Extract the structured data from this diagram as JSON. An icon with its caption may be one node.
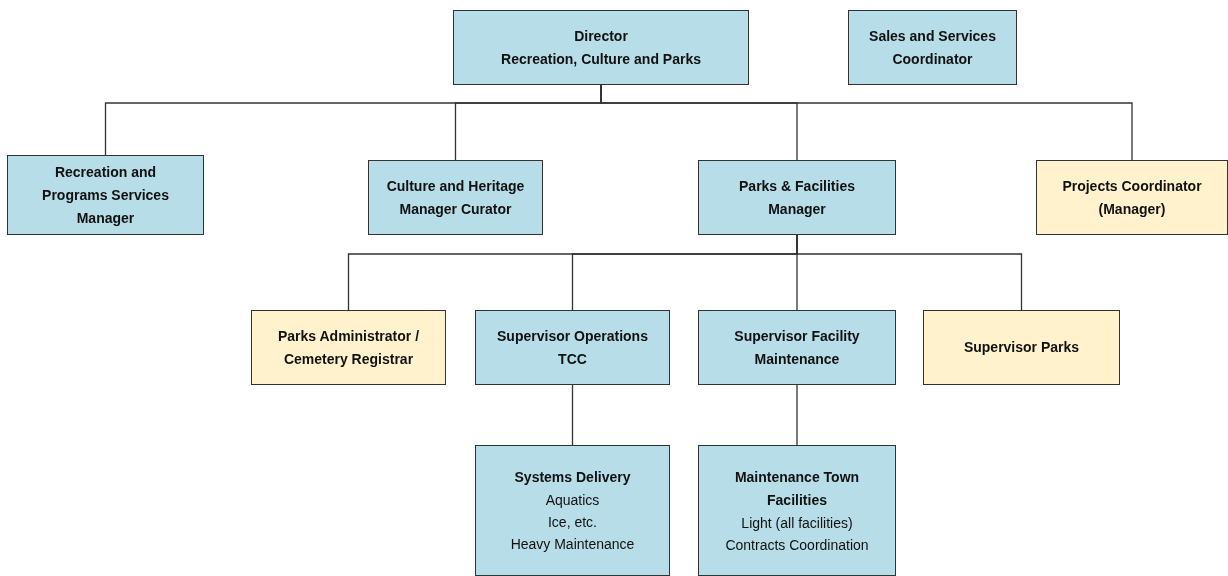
{
  "diagram": {
    "nodes": [
      {
        "text": [
          "Director",
          "Recreation, Culture and Parks"
        ]
      },
      {
        "text": [
          "Sales and Services Coordinator"
        ]
      },
      {
        "text": [
          "Recreation and Programs Services Manager"
        ]
      },
      {
        "text": [
          "Culture and Heritage Manager Curator"
        ]
      },
      {
        "text": [
          "Parks & Facilities Manager"
        ]
      },
      {
        "text": [
          "Projects Coordinator (Manager)"
        ]
      },
      {
        "text": [
          "Parks Administrator / Cemetery Registrar"
        ]
      },
      {
        "text": [
          "Supervisor Operations TCC"
        ]
      },
      {
        "text": [
          "Supervisor Facility Maintenance"
        ]
      },
      {
        "text": [
          "Supervisor Parks"
        ]
      },
      {
        "text": [
          "Systems Delivery",
          "Aquatics",
          "Ice, etc.",
          "Heavy Maintenance"
        ]
      },
      {
        "text": [
          "Maintenance Town Facilities",
          "Light (all facilities)",
          "Contracts Coordination"
        ]
      }
    ],
    "edges": [
      {
        "from": 0,
        "to": 2,
        "arrow": "none"
      },
      {
        "from": 0,
        "to": 3,
        "arrow": "none"
      },
      {
        "from": 0,
        "to": 4,
        "arrow": "none"
      },
      {
        "from": 0,
        "to": 5,
        "arrow": "none"
      },
      {
        "from": 4,
        "to": 6,
        "arrow": "none"
      },
      {
        "from": 4,
        "to": 7,
        "arrow": "none"
      },
      {
        "from": 4,
        "to": 8,
        "arrow": "none"
      },
      {
        "from": 4,
        "to": 9,
        "arrow": "none"
      },
      {
        "from": 7,
        "to": 10,
        "arrow": "none"
      },
      {
        "from": 8,
        "to": 11,
        "arrow": "none"
      }
    ]
  }
}
